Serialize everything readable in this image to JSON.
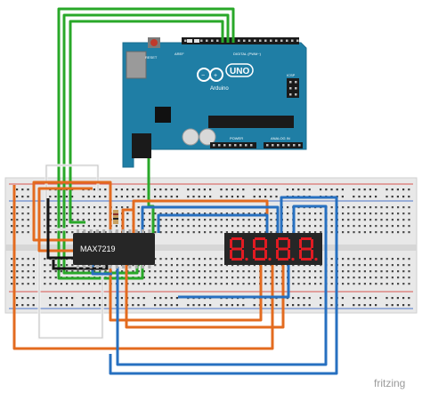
{
  "arduino": {
    "logo_text": "UNO",
    "brand": "Arduino",
    "label_digital": "DIGITAL (PWM~)",
    "label_power": "POWER",
    "label_analog": "ANALOG IN",
    "label_reset": "RESET",
    "label_icsp": "ICSP",
    "label_aref": "AREF",
    "board_color": "#1f7ea5"
  },
  "chip": {
    "label": "MAX7219"
  },
  "display": {
    "digits": [
      "8",
      "8",
      "8",
      "8"
    ],
    "segment_color": "#e11b22",
    "body_color": "#262626"
  },
  "watermark": {
    "text": "fritzing"
  },
  "wire_colors": {
    "green": "#29a829",
    "orange": "#e36b1f",
    "blue": "#2770c0",
    "black": "#141414",
    "white": "#f5f5f5"
  },
  "breadboard": {
    "rail_red": "#d9534f",
    "rail_blue": "#4a74c9",
    "body_color": "#e9e9e9"
  }
}
